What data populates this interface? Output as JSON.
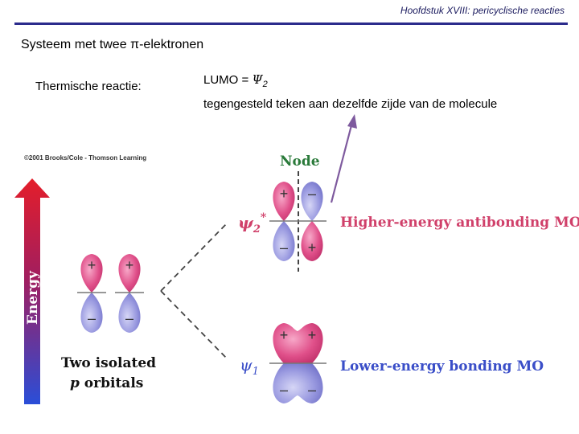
{
  "header": {
    "title": "Hoofdstuk XVIII: pericyclische reacties"
  },
  "content": {
    "section_title": "Systeem met twee π-elektronen",
    "reaction_type": "Thermische reactie:",
    "lumo_prefix": "LUMO = ",
    "lumo_symbol": "Ψ",
    "lumo_subscript": "2",
    "note": "tegengesteld teken aan dezelfde zijde van de molecule"
  },
  "figure": {
    "copyright": "©2001 Brooks/Cole - Thomson Learning",
    "energy_label": "Energy",
    "isolated_label_line1": "Two isolated",
    "isolated_label_p": "p",
    "isolated_label_line2_rest": " orbitals",
    "node_label": "Node",
    "psi2_label": "ψ",
    "psi2_sub": "2",
    "psi2_star": "*",
    "psi1_label": "ψ",
    "psi1_sub": "1",
    "antibonding_label": "Higher-energy antibonding MO",
    "bonding_label": "Lower-energy bonding MO",
    "plus": "+",
    "minus": "–",
    "colors": {
      "pink": "#e0508a",
      "lavender": "#8a8ad8",
      "label_red": "#d0406a",
      "label_blue": "#3a4ec8",
      "node_green": "#2a7a3a",
      "arrow_purple": "#7e5a9e"
    }
  }
}
